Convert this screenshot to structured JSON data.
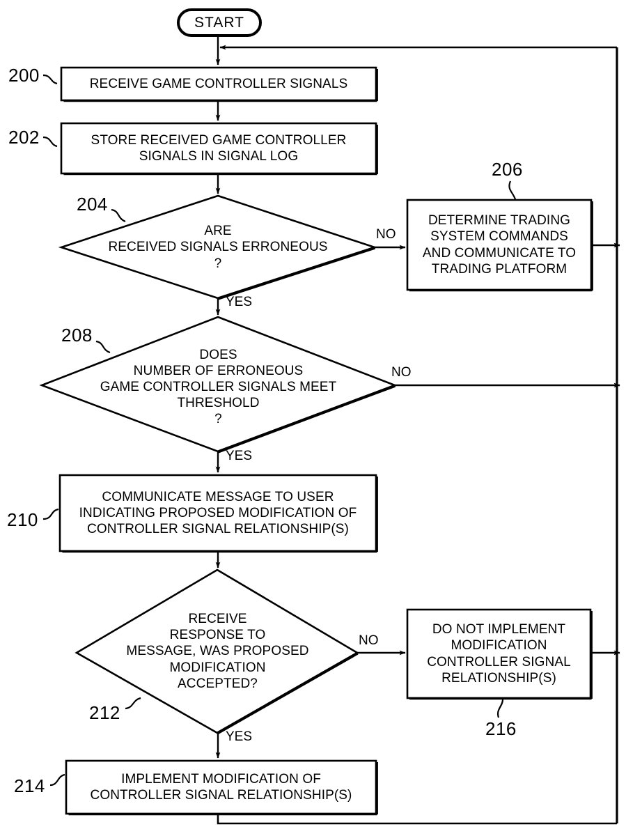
{
  "figure": {
    "title": "Game controller signal error handling flowchart",
    "start_label": "START",
    "line_color": "#000000",
    "background_color": "#ffffff"
  },
  "nodes": {
    "start": {
      "shape": "terminator",
      "label": "START"
    },
    "n200": {
      "ref": "200",
      "shape": "process",
      "lines": [
        "RECEIVE GAME CONTROLLER SIGNALS"
      ]
    },
    "n202": {
      "ref": "202",
      "shape": "process",
      "lines": [
        "STORE RECEIVED GAME CONTROLLER",
        "SIGNALS IN SIGNAL LOG"
      ]
    },
    "n204": {
      "ref": "204",
      "shape": "decision",
      "lines": [
        "ARE",
        "RECEIVED SIGNALS ERRONEOUS",
        "?"
      ]
    },
    "n206": {
      "ref": "206",
      "shape": "process",
      "lines": [
        "DETERMINE TRADING",
        "SYSTEM COMMANDS",
        "AND COMMUNICATE TO",
        "TRADING PLATFORM"
      ]
    },
    "n208": {
      "ref": "208",
      "shape": "decision",
      "lines": [
        "DOES",
        "NUMBER OF ERRONEOUS",
        "GAME CONTROLLER SIGNALS MEET",
        "THRESHOLD",
        "?"
      ]
    },
    "n210": {
      "ref": "210",
      "shape": "process",
      "lines": [
        "COMMUNICATE MESSAGE TO USER",
        "INDICATING PROPOSED MODIFICATION OF",
        "CONTROLLER SIGNAL RELATIONSHIP(S)"
      ]
    },
    "n212": {
      "ref": "212",
      "shape": "decision",
      "lines": [
        "RECEIVE",
        "RESPONSE TO",
        "MESSAGE, WAS PROPOSED",
        "MODIFICATION",
        "ACCEPTED?"
      ]
    },
    "n214": {
      "ref": "214",
      "shape": "process",
      "lines": [
        "IMPLEMENT MODIFICATION OF",
        "CONTROLLER SIGNAL RELATIONSHIP(S)"
      ]
    },
    "n216": {
      "ref": "216",
      "shape": "process",
      "lines": [
        "DO NOT IMPLEMENT",
        "MODIFICATION",
        "CONTROLLER SIGNAL",
        "RELATIONSHIP(S)"
      ]
    }
  },
  "edge_labels": {
    "e204_no": "NO",
    "e204_yes": "YES",
    "e208_no": "NO",
    "e208_yes": "YES",
    "e212_no": "NO",
    "e212_yes": "YES"
  }
}
